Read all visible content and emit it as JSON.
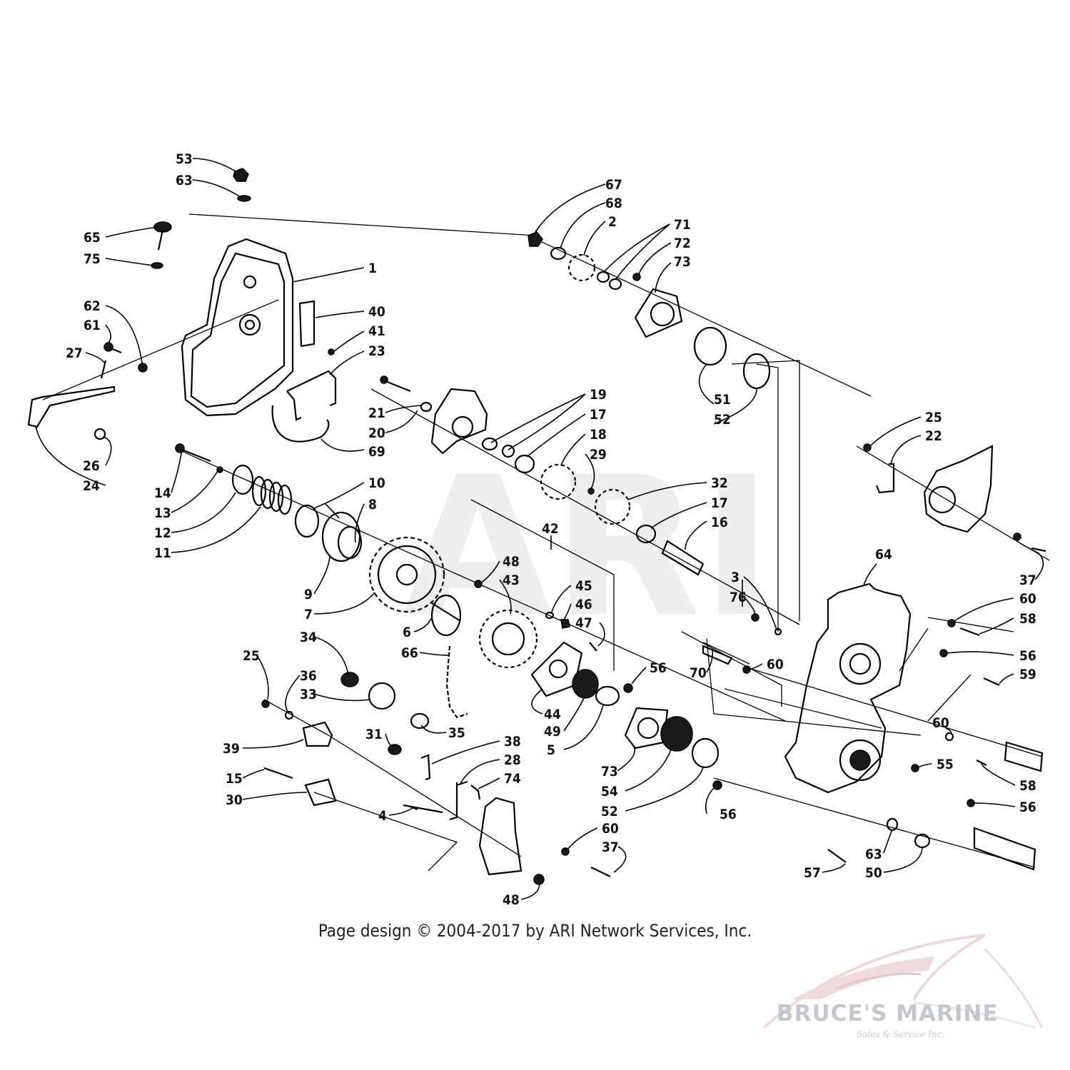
{
  "watermark": "ARI",
  "copyright": "Page design © 2004-2017 by ARI Network Services, Inc.",
  "brand": {
    "name": "BRUCE'S MARINE",
    "tagline": "Sales & Service Inc."
  },
  "callouts": {
    "c53": "53",
    "c63a": "63",
    "c65": "65",
    "c75": "75",
    "c1": "1",
    "c62": "62",
    "c61": "61",
    "c40": "40",
    "c41": "41",
    "c23": "23",
    "c27": "27",
    "c26": "26",
    "c24": "24",
    "c69": "69",
    "c14": "14",
    "c13": "13",
    "c12": "12",
    "c11": "11",
    "c10": "10",
    "c8": "8",
    "c9": "9",
    "c7": "7",
    "c21": "21",
    "c20": "20",
    "c19": "19",
    "c17a": "17",
    "c18": "18",
    "c29": "29",
    "c32": "32",
    "c17b": "17",
    "c16": "16",
    "c42": "42",
    "c48a": "48",
    "c43": "43",
    "c45": "45",
    "c46": "46",
    "c47": "47",
    "c6": "6",
    "c66": "66",
    "c34": "34",
    "c25a": "25",
    "c36": "36",
    "c33": "33",
    "c35": "35",
    "c39": "39",
    "c31": "31",
    "c38": "38",
    "c28": "28",
    "c74": "74",
    "c15": "15",
    "c30": "30",
    "c4": "4",
    "c60a": "60",
    "c37a": "37",
    "c48b": "48",
    "c44": "44",
    "c49": "49",
    "c5": "5",
    "c56a": "56",
    "c73a": "73",
    "c54": "54",
    "c52a": "52",
    "c70": "70",
    "c60b": "60",
    "c67": "67",
    "c68": "68",
    "c2": "2",
    "c71": "71",
    "c72": "72",
    "c73b": "73",
    "c51": "51",
    "c52b": "52",
    "c25b": "25",
    "c22": "22",
    "c37b": "37",
    "c60c": "60",
    "c58a": "58",
    "c56b": "56",
    "c59": "59",
    "c64": "64",
    "c3": "3",
    "c76": "76",
    "c60d": "60",
    "c55": "55",
    "c58b": "58",
    "c56c": "56",
    "c56d": "56",
    "c63b": "63",
    "c50": "50",
    "c57": "57"
  }
}
